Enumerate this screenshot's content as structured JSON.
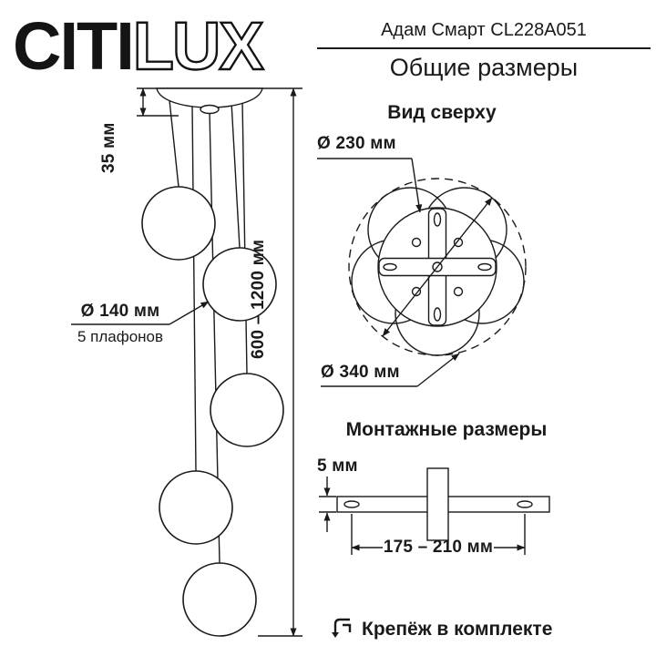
{
  "header": {
    "brand_citi": "CITI",
    "brand_lux": "LUX",
    "model": "Адам Смарт CL228A051",
    "subtitle": "Общие размеры"
  },
  "front_view": {
    "canopy_height": "35 мм",
    "total_height": "600 – 1200 мм",
    "shade_diameter": "Ø 140 мм",
    "shade_count": "5 плафонов"
  },
  "top_view": {
    "title": "Вид сверху",
    "canopy_diameter": "Ø 230 мм",
    "overall_diameter": "Ø 340 мм"
  },
  "mounting": {
    "title": "Монтажные размеры",
    "plate_thickness": "5 мм",
    "hole_span": "175 – 210 мм"
  },
  "footer": {
    "note": "Крепёж в комплекте"
  },
  "icons": {
    "fastener": "bracket-clamp-icon"
  },
  "colors": {
    "line": "#1a1a1a",
    "background": "#ffffff"
  }
}
